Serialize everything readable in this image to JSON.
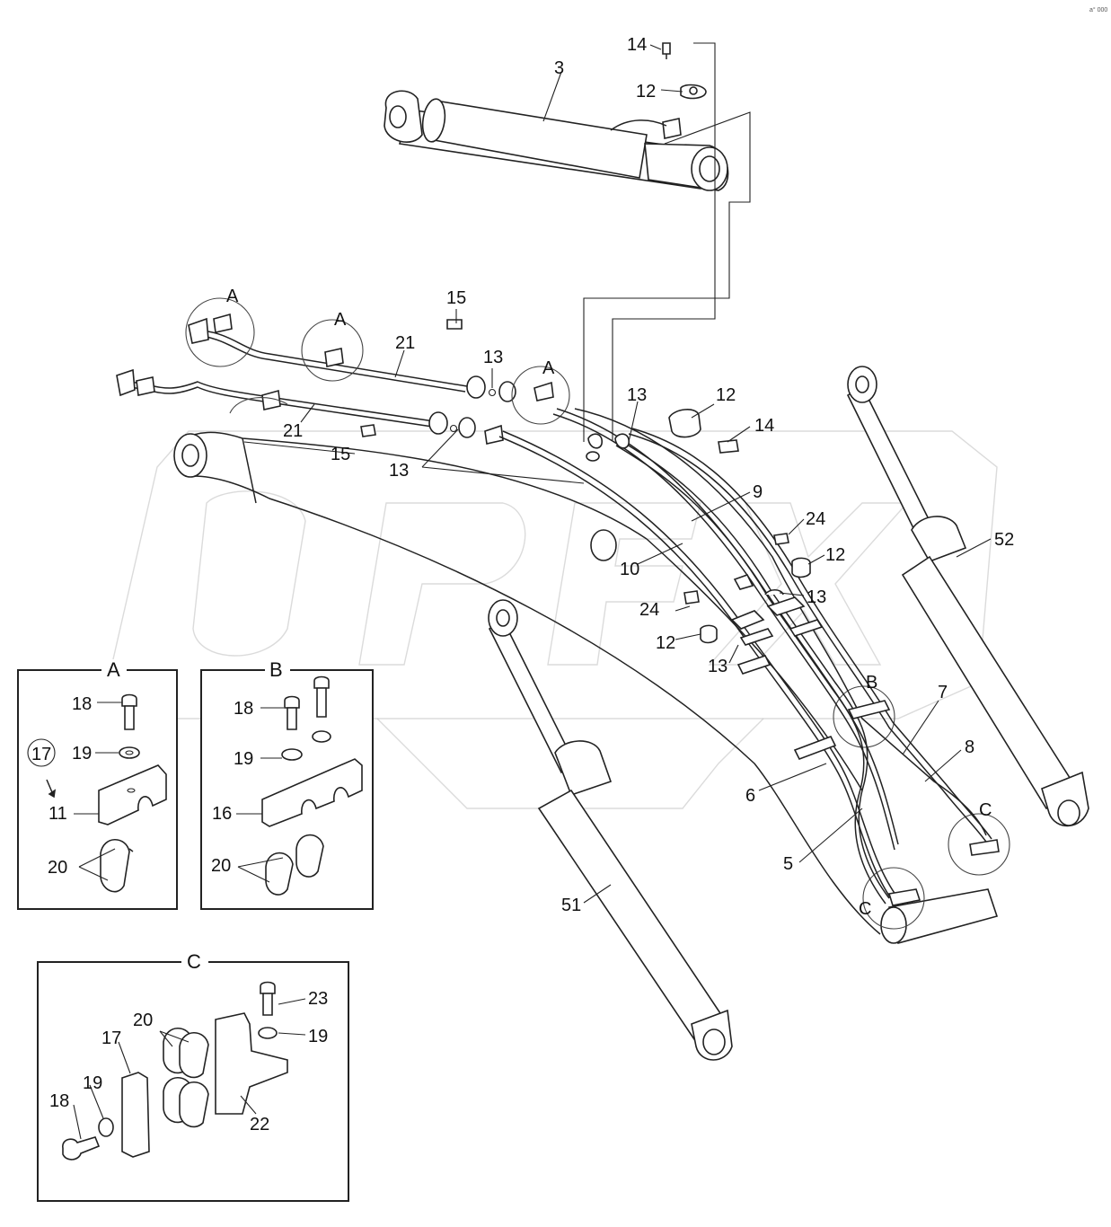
{
  "corner_mark": "a° 000",
  "labels": {
    "p3": "3",
    "p14_top": "14",
    "p12_top": "12",
    "p15_a": "15",
    "p15_b": "15",
    "p21_a": "21",
    "p21_b": "21",
    "p13_a": "13",
    "p13_b": "13",
    "p13_c": "13",
    "p13_d": "13",
    "p13_e": "13",
    "p12_b": "12",
    "p14_b": "14",
    "p9": "9",
    "p10": "10",
    "p24_a": "24",
    "p24_b": "24",
    "p12_c": "12",
    "p12_d": "12",
    "p52": "52",
    "p51": "51",
    "p7": "7",
    "p8": "8",
    "p6": "6",
    "p5": "5",
    "callout_a1": "A",
    "callout_a2": "A",
    "callout_a3": "A",
    "callout_b": "B",
    "callout_c1": "C",
    "callout_c2": "C"
  },
  "detail_a": {
    "title": "A",
    "p18": "18",
    "p19": "19",
    "p17": "17",
    "p11": "11",
    "p20": "20"
  },
  "detail_b": {
    "title": "B",
    "p18": "18",
    "p19": "19",
    "p16": "16",
    "p20": "20"
  },
  "detail_c": {
    "title": "C",
    "p23": "23",
    "p19a": "19",
    "p20": "20",
    "p17": "17",
    "p19b": "19",
    "p18": "18",
    "p22": "22"
  }
}
